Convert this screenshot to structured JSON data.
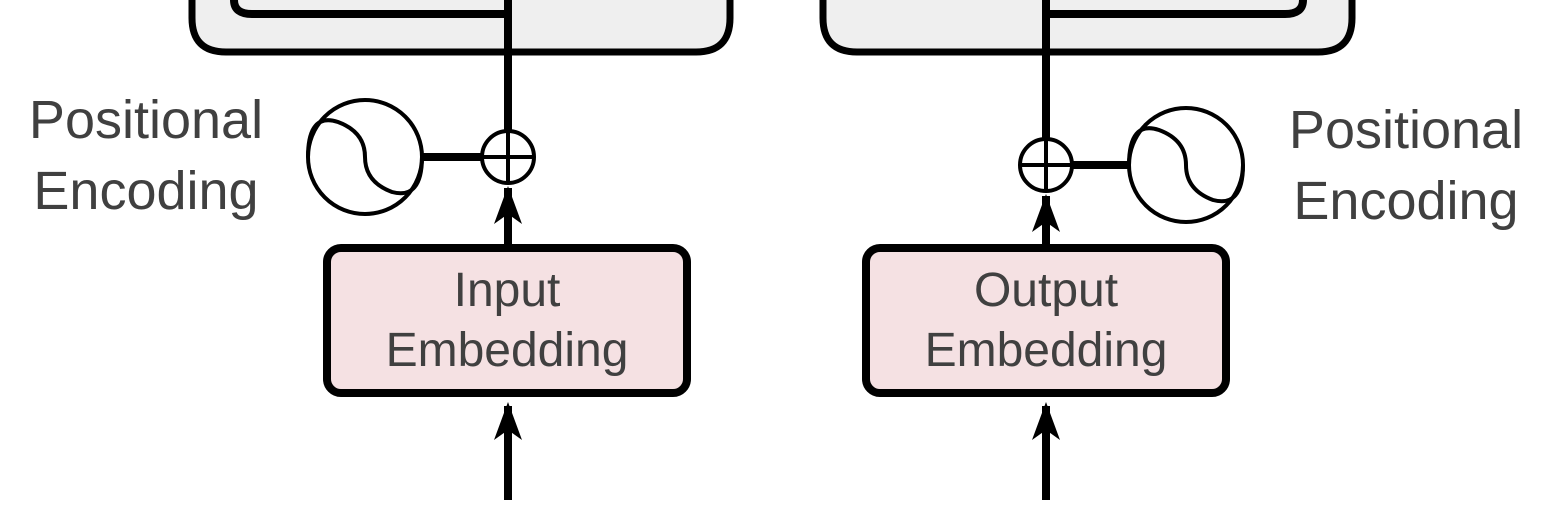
{
  "encoder": {
    "positional_encoding_label_line1": "Positional",
    "positional_encoding_label_line2": "Encoding",
    "embedding_label_line1": "Input",
    "embedding_label_line2": "Embedding"
  },
  "decoder": {
    "positional_encoding_label_line1": "Positional",
    "positional_encoding_label_line2": "Encoding",
    "embedding_label_line1": "Output",
    "embedding_label_line2": "Embedding"
  },
  "colors": {
    "stack_fill": "#efefef",
    "embedding_fill": "#f5e1e3",
    "stroke": "#000000",
    "text": "#404040"
  }
}
